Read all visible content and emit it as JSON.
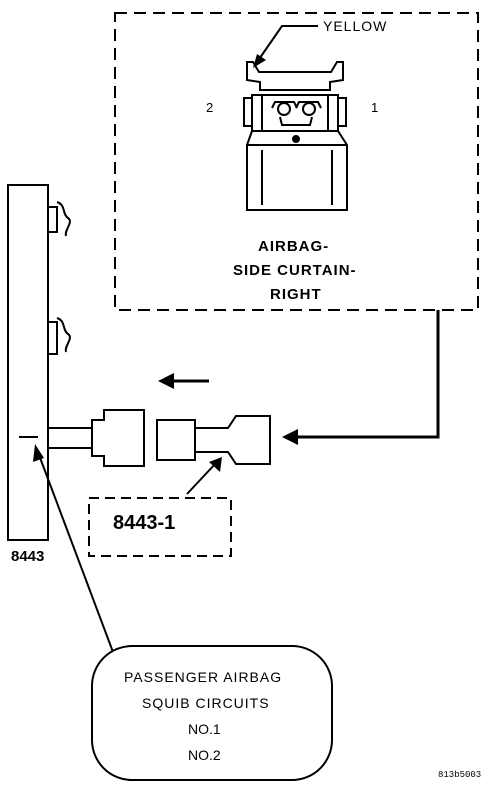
{
  "diagram": {
    "connector_color_label": "YELLOW",
    "pin_left": "2",
    "pin_right": "1",
    "connector_title": [
      "AIRBAG-",
      "SIDE CURTAIN-",
      "RIGHT"
    ],
    "adapter_label": "8443-1",
    "tester_label": "8443",
    "callout_lines": [
      "PASSENGER AIRBAG",
      "SQUIB CIRCUITS",
      "NO.1",
      "NO.2"
    ],
    "figure_id": "813b5003"
  }
}
